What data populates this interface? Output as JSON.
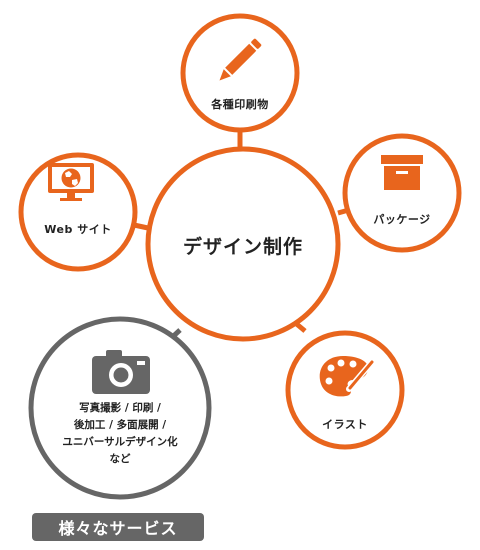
{
  "colors": {
    "accent": "#e8651d",
    "gray": "#666666",
    "badge": "#666666"
  },
  "diagram": {
    "center_label": "デザイン制作",
    "nodes": [
      {
        "label": "各種印刷物",
        "icon": "pencil-icon"
      },
      {
        "label": "パッケージ",
        "icon": "box-icon"
      },
      {
        "label": "イラスト",
        "icon": "palette-icon"
      },
      {
        "label": "Web サイト",
        "icon": "monitor-globe-icon"
      }
    ],
    "gray_node": {
      "icon": "camera-icon",
      "lines": [
        "写真撮影 / 印刷 /",
        "後加工 / 多面展開 /",
        "ユニバーサルデザイン化",
        "など"
      ]
    },
    "badge": "様々なサービス"
  }
}
